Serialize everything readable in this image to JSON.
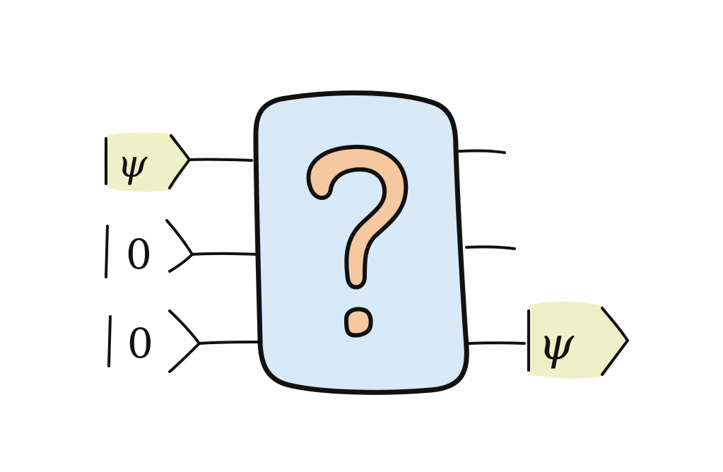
{
  "colors": {
    "ink": "#111111",
    "box_fill": "#d8e9f8",
    "ket_highlight": "#eef0c8",
    "question_fill": "#f5c8a0",
    "background": "#ffffff"
  },
  "inputs": [
    {
      "state": "ψ",
      "highlighted": true
    },
    {
      "state": "0",
      "highlighted": false
    },
    {
      "state": "0",
      "highlighted": false
    }
  ],
  "outputs": [
    {
      "state": "",
      "highlighted": false
    },
    {
      "state": "",
      "highlighted": false
    },
    {
      "state": "ψ",
      "highlighted": true
    }
  ],
  "box": {
    "symbol": "?"
  }
}
